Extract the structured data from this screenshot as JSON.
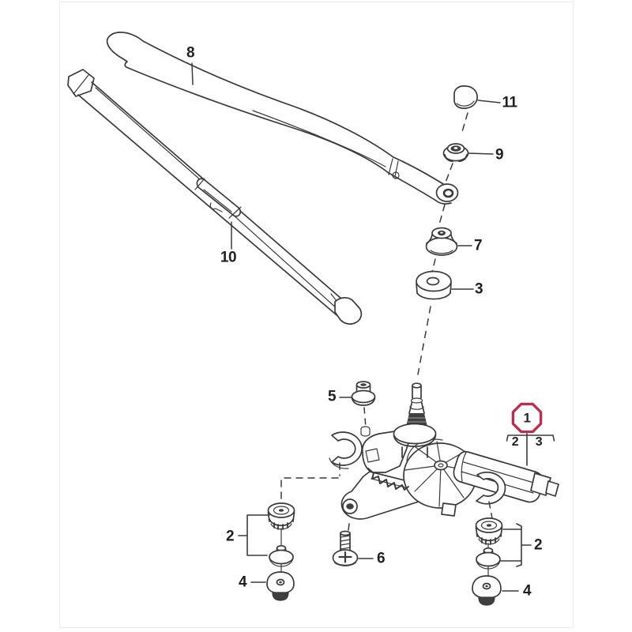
{
  "diagram": {
    "type": "exploded-parts-diagram",
    "description": "Exploded parts diagram of a rear window wiper: wiper arm, wiper blade, wiper motor and mounting hardware with numbered callouts",
    "colors": {
      "background": "#ffffff",
      "line": "#3a3a3a",
      "shade": "#3f3f3f",
      "label": "#1f1f1f",
      "highlight": "#b8304f",
      "frame": "#ebebeb"
    },
    "labels": {
      "part1": "1",
      "part2": "2",
      "part3": "3",
      "part4": "4",
      "part5": "5",
      "part6": "6",
      "part7": "7",
      "part8": "8",
      "part9": "9",
      "part10": "10",
      "part11": "11"
    },
    "highlighted_part": "1",
    "assembly_note": {
      "part": "1",
      "includes": [
        "2",
        "3"
      ]
    }
  }
}
